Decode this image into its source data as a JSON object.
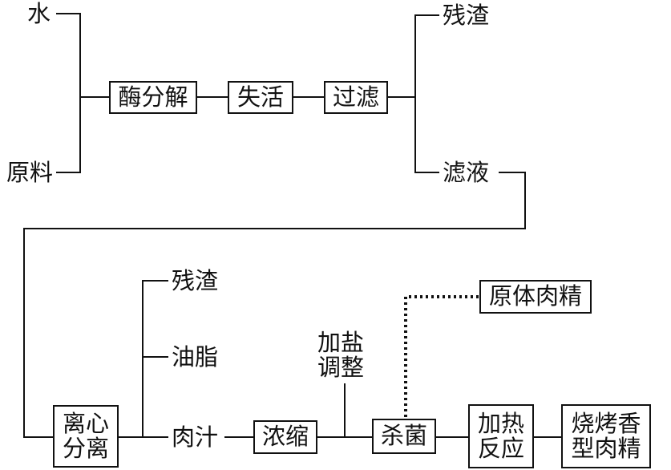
{
  "inputs": {
    "water": "水",
    "raw_material": "原料"
  },
  "steps": {
    "enzymolysis": "酶分解",
    "inactivation": "失活",
    "filtration": "过滤",
    "centrifugal_separation": [
      "离心",
      "分离"
    ],
    "concentration": "浓缩",
    "sterilization": "杀菌",
    "heating_reaction": [
      "加热",
      "反应"
    ]
  },
  "outputs": {
    "residue_top": "残渣",
    "filtrate": "滤液",
    "residue_mid": "残渣",
    "grease": "油脂",
    "meat_juice": "肉汁",
    "original_meat_essence": "原体肉精",
    "roast_flavor_meat_essence": [
      "烧烤香",
      "型肉精"
    ]
  },
  "additions": {
    "salt_adjust": [
      "加盐",
      "调整"
    ]
  }
}
